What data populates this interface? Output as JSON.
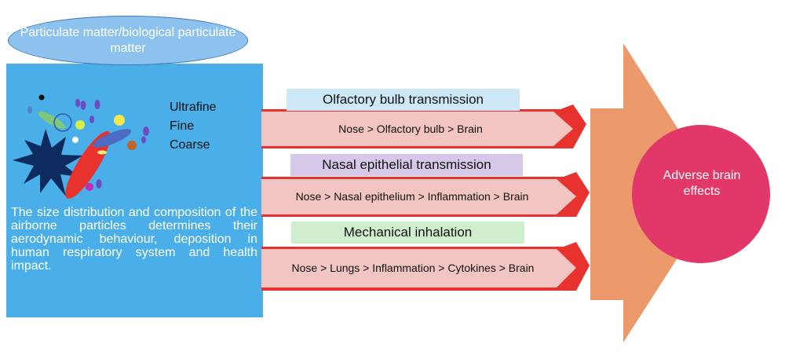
{
  "source": {
    "label": "Particulate matter/biological particulate matter"
  },
  "particle_sizes": [
    "Ultrafine",
    "Fine",
    "Coarse"
  ],
  "description": "The size distribution and composition of the airborne particles determines their aerodynamic behaviour, deposition in human respiratory system and health impact.",
  "pathways": [
    {
      "title": "Olfactory bulb transmission",
      "route": "Nose > Olfactory bulb > Brain",
      "title_color": "#cde8f6"
    },
    {
      "title": "Nasal epithelial transmission",
      "route": "Nose > Nasal epithelium > Inflammation > Brain",
      "title_color": "#d5c8e8"
    },
    {
      "title": "Mechanical inhalation",
      "route": "Nose > Lungs > Inflammation > Cytokines > Brain",
      "title_color": "#cfeecd"
    }
  ],
  "outcome": {
    "label": "Adverse brain effects"
  },
  "colors": {
    "source_box": "#4aaee8",
    "route_fill": "#f2c4c2",
    "route_chevron": "#e8322e",
    "big_arrow": "#ec9a6b",
    "outcome_circle": "#e23769"
  }
}
